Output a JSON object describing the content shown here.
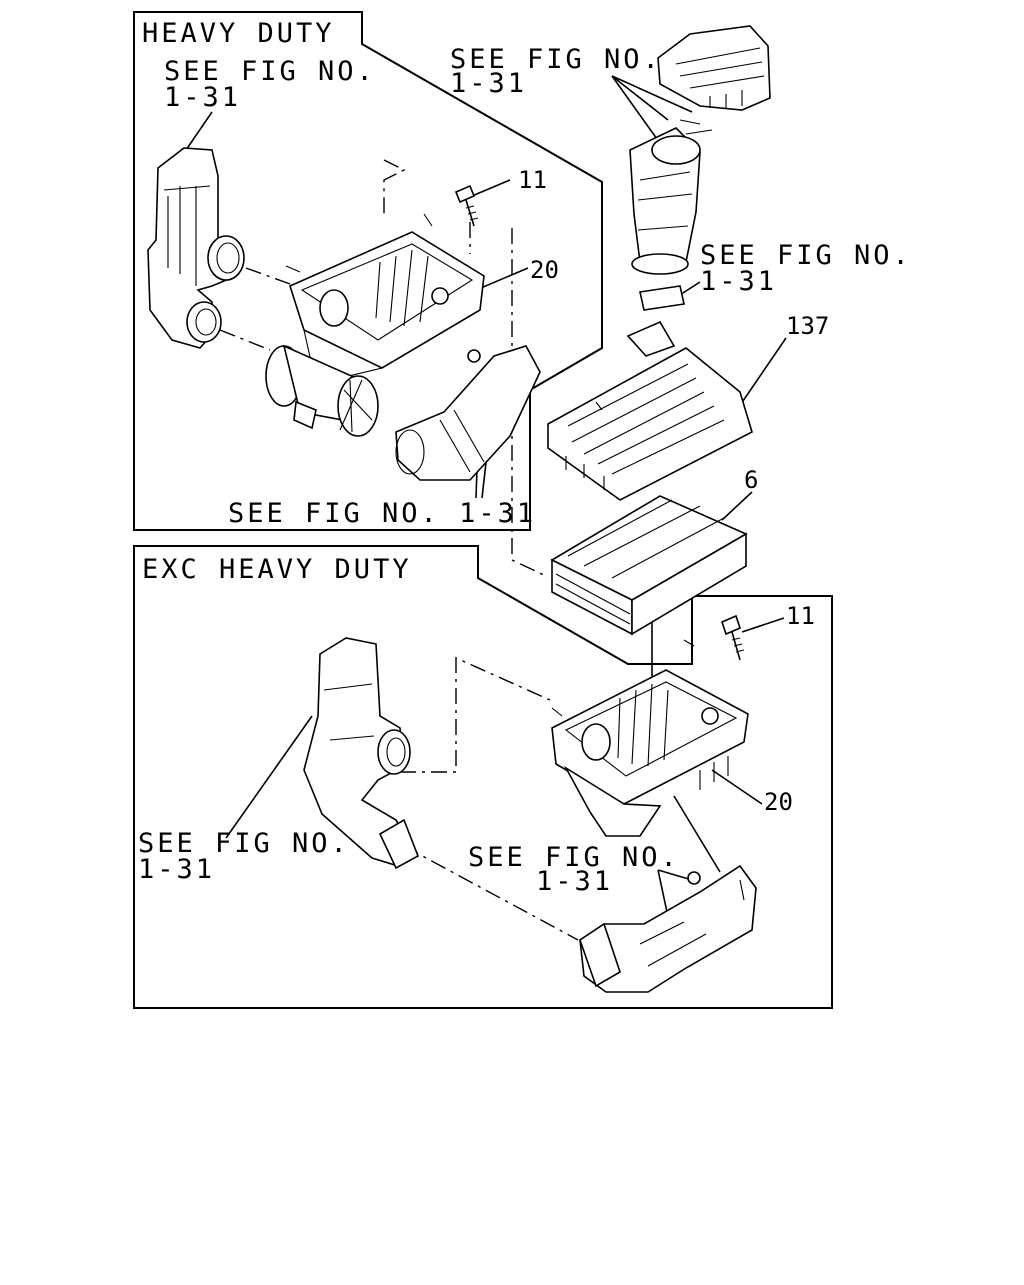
{
  "panels": {
    "heavy_duty": {
      "title": "HEAVY DUTY"
    },
    "exc_heavy_duty": {
      "title": "EXC HEAVY DUTY"
    }
  },
  "references": {
    "hd_upper_left": [
      "SEE FIG NO.",
      "1-31"
    ],
    "top_center": [
      "SEE FIG NO.",
      "1-31"
    ],
    "right_mid": [
      "SEE FIG NO.",
      "1-31"
    ],
    "hd_bottom": "SEE FIG NO. 1-31",
    "exc_left": [
      "SEE FIG NO.",
      "1-31"
    ],
    "exc_mid": [
      "SEE FIG NO.",
      "1-31"
    ]
  },
  "callouts": {
    "hd_bolt": "11",
    "hd_bracket": "20",
    "cover": "137",
    "filter": "6",
    "exc_bolt": "11",
    "exc_bracket": "20"
  }
}
